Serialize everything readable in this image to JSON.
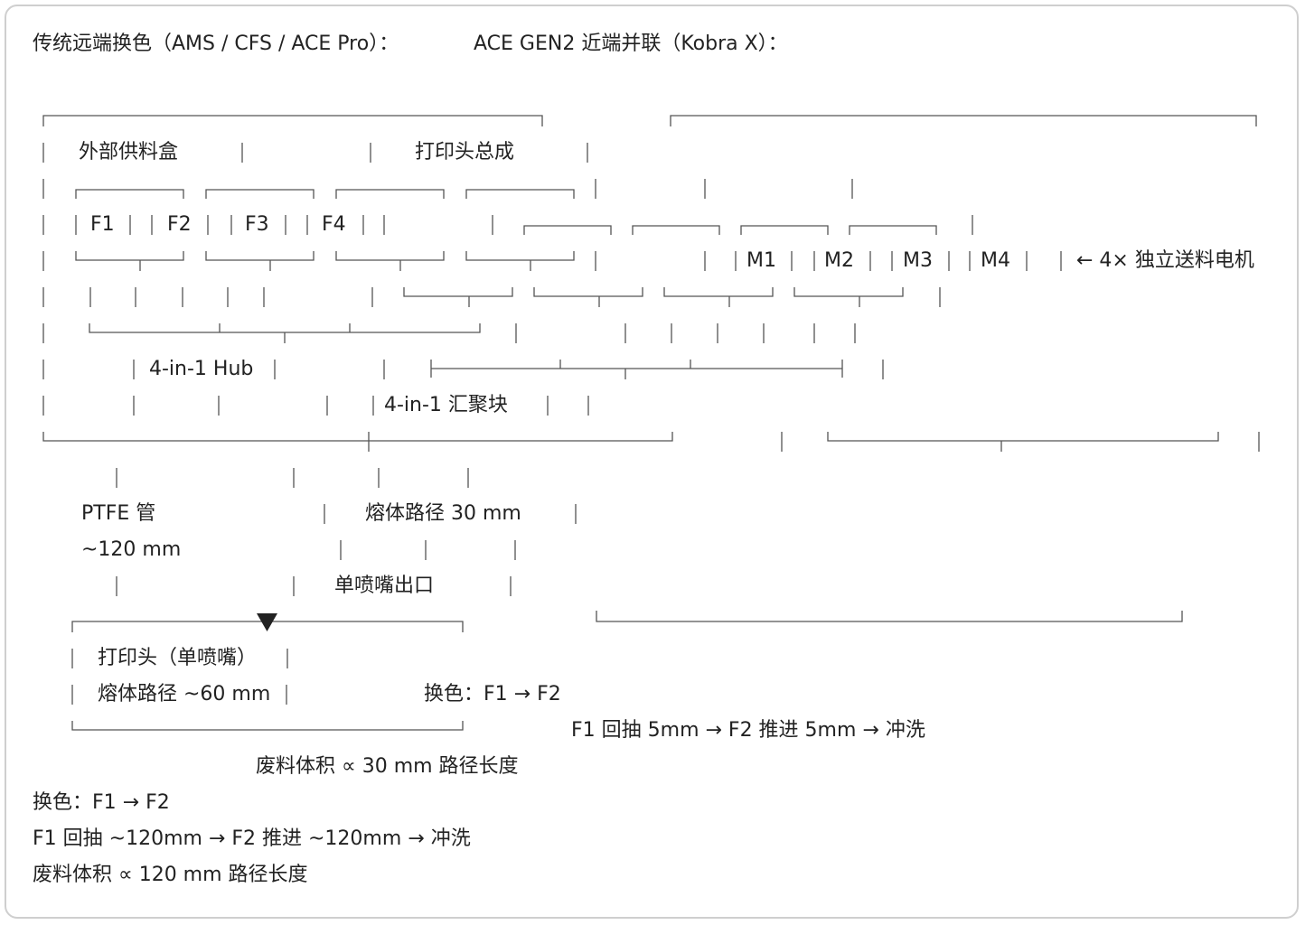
{
  "headings": {
    "traditional": "传统远端换色（AMS / CFS / ACE Pro）：",
    "gen2": "ACE GEN2 近端并联（Kobra X）："
  },
  "traditional": {
    "external_box": "外部供料盒",
    "printhead_assembly": "打印头总成",
    "feeders": [
      "F1",
      "F2",
      "F3",
      "F4"
    ],
    "hub": "4-in-1 Hub",
    "merge_block": "4-in-1 汇聚块",
    "ptfe_tube": "PTFE 管",
    "ptfe_length": "~120 mm",
    "melt_path_near": "熔体路径 30 mm",
    "single_outlet": "单喷嘴出口",
    "printhead": "打印头（单喷嘴）",
    "melt_path": "熔体路径 ~60 mm",
    "waste_near": "废料体积 ∝ 30 mm 路径长度",
    "swap_label": "换色：F1 → F2",
    "swap_steps": "F1 回抽 ~120mm → F2 推进 ~120mm → 冲洗",
    "waste": "废料体积 ∝ 120 mm 路径长度"
  },
  "gen2": {
    "motors": [
      "M1",
      "M2",
      "M3",
      "M4"
    ],
    "motor_note": "← 4× 独立送料电机",
    "swap_label": "换色：F1 → F2",
    "swap_steps": "F1 回抽 5mm → F2 推进 5mm → 冲洗"
  }
}
